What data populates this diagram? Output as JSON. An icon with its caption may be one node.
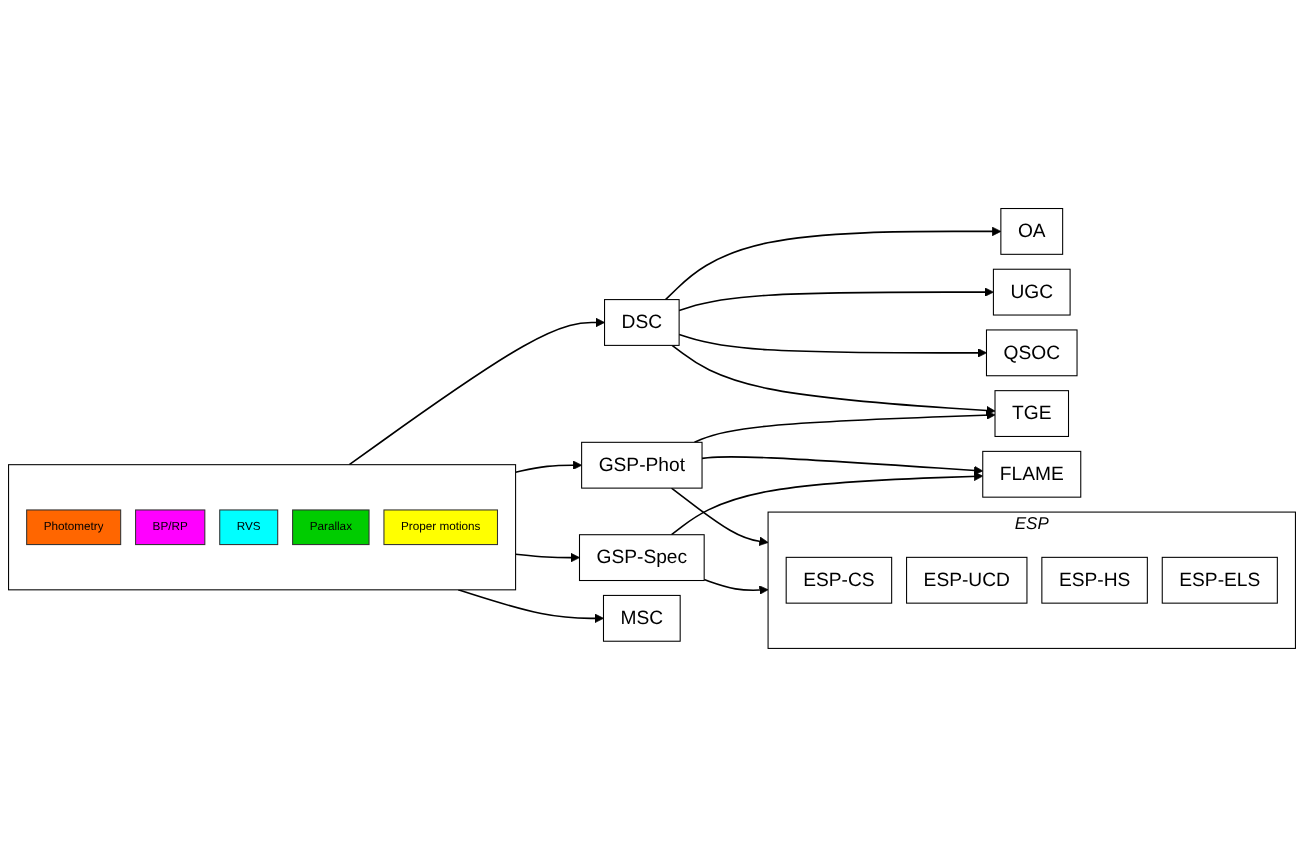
{
  "diagram": {
    "nodes": [
      {
        "text": [],
        "shape": "box"
      },
      {
        "text": [
          "Photometry"
        ],
        "in": 0
      },
      {
        "text": [
          "BP/RP"
        ],
        "in": 0
      },
      {
        "text": [
          "RVS"
        ],
        "in": 0
      },
      {
        "text": [
          "Parallax"
        ],
        "in": 0
      },
      {
        "text": [
          "Proper motions"
        ],
        "in": 0
      },
      {
        "text": [
          "DSC"
        ]
      },
      {
        "text": [
          "GSP-Phot"
        ]
      },
      {
        "text": [
          "GSP-Spec"
        ]
      },
      {
        "text": [
          "MSC"
        ]
      },
      {
        "text": [
          "OA"
        ]
      },
      {
        "text": [
          "TGE"
        ]
      },
      {
        "text": [
          "UGC"
        ]
      },
      {
        "text": [
          "QSOC"
        ]
      },
      {
        "text": [
          "FLAME"
        ]
      },
      {
        "text": [
          "ESP"
        ]
      },
      {
        "text": [
          "ESP-CS"
        ],
        "in": 15
      },
      {
        "text": [
          "ESP-UCD"
        ],
        "in": 15
      },
      {
        "text": [
          "ESP-HS"
        ],
        "in": 15
      },
      {
        "text": [
          "ESP-ELS"
        ],
        "in": 15
      }
    ],
    "edges": [
      {
        "from": 0,
        "to": 6,
        "arrow": "to"
      },
      {
        "from": 0,
        "to": 7,
        "arrow": "to"
      },
      {
        "from": 0,
        "to": 8,
        "arrow": "to"
      },
      {
        "from": 0,
        "to": 9,
        "arrow": "to"
      },
      {
        "from": 6,
        "to": 10,
        "arrow": "to"
      },
      {
        "from": 6,
        "to": 12,
        "arrow": "to"
      },
      {
        "from": 6,
        "to": 13,
        "arrow": "to"
      },
      {
        "from": 6,
        "to": 11,
        "arrow": "to"
      },
      {
        "from": 7,
        "to": 11,
        "arrow": "to"
      },
      {
        "from": 7,
        "to": 14,
        "arrow": "to"
      },
      {
        "from": 7,
        "to": 15,
        "arrow": "to"
      },
      {
        "from": 8,
        "to": 14,
        "arrow": "to"
      },
      {
        "from": 8,
        "to": 15,
        "arrow": "to"
      }
    ]
  }
}
